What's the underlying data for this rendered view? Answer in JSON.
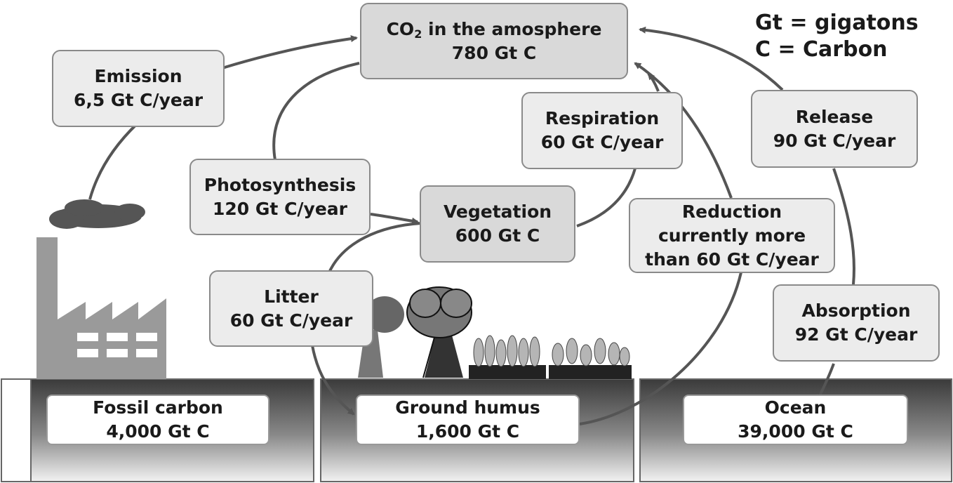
{
  "legend": {
    "line1": "Gt = gigatons",
    "line2": "C = Carbon"
  },
  "atmosphere": {
    "label_prefix": "CO",
    "label_sub": "2",
    "label_suffix": " in the amosphere",
    "value": "780 Gt C"
  },
  "emission": {
    "label": "Emission",
    "value": "6,5 Gt C/year"
  },
  "photosynthesis": {
    "label": "Photosynthesis",
    "value": "120 Gt C/year"
  },
  "vegetation": {
    "label": "Vegetation",
    "value": "600 Gt C"
  },
  "respiration": {
    "label": "Respiration",
    "value": "60 Gt C/year"
  },
  "release": {
    "label": "Release",
    "value": "90 Gt C/year"
  },
  "reduction": {
    "line1": "Reduction",
    "line2": "currently more",
    "line3": "than 60 Gt C/year"
  },
  "litter": {
    "label": "Litter",
    "value": "60 Gt C/year"
  },
  "absorption": {
    "label": "Absorption",
    "value": "92 Gt C/year"
  },
  "fossil": {
    "label": "Fossil carbon",
    "value": "4,000 Gt C"
  },
  "humus": {
    "label": "Ground humus",
    "value": "1,600 Gt C"
  },
  "ocean": {
    "label": "Ocean",
    "value": "39,000 Gt C"
  },
  "colors": {
    "box_light": "#ececec",
    "box_mid": "#d9d9d9",
    "arrow": "#555555",
    "factory": "#9a9a9a"
  }
}
